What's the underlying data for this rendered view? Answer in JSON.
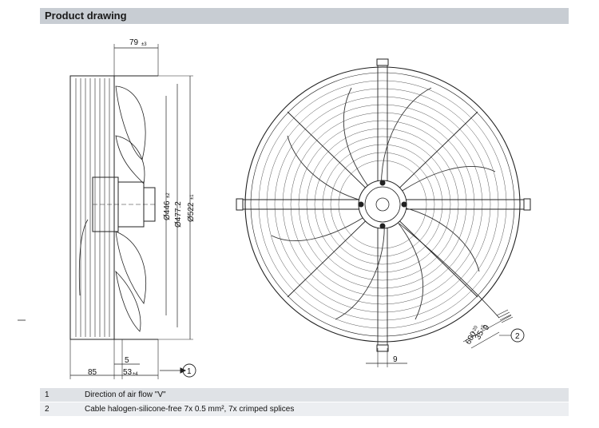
{
  "header": {
    "title": "Product drawing"
  },
  "dimensions": {
    "top_width": "79",
    "top_width_tol": "±3",
    "dia_1": "Ø446",
    "dia_1_tol": "±2",
    "dia_2": "Ø477.2",
    "dia_3": "Ø522",
    "dia_3_tol": "±1",
    "bottom_small": "5",
    "bottom_left": "85",
    "bottom_right": "53",
    "bottom_right_tol": "±4",
    "front_right": "9",
    "cable_a": "9",
    "cable_b": "35",
    "cable_b_tol": "±5",
    "cable_c": "600",
    "cable_c_tol": "+20",
    "callout_1": "1",
    "callout_2": "2"
  },
  "notes": [
    {
      "num": "1",
      "text": "Direction of air flow \"V\""
    },
    {
      "num": "2",
      "text": "Cable halogen-silicone-free 7x 0.5 mm², 7x crimped splices"
    }
  ]
}
